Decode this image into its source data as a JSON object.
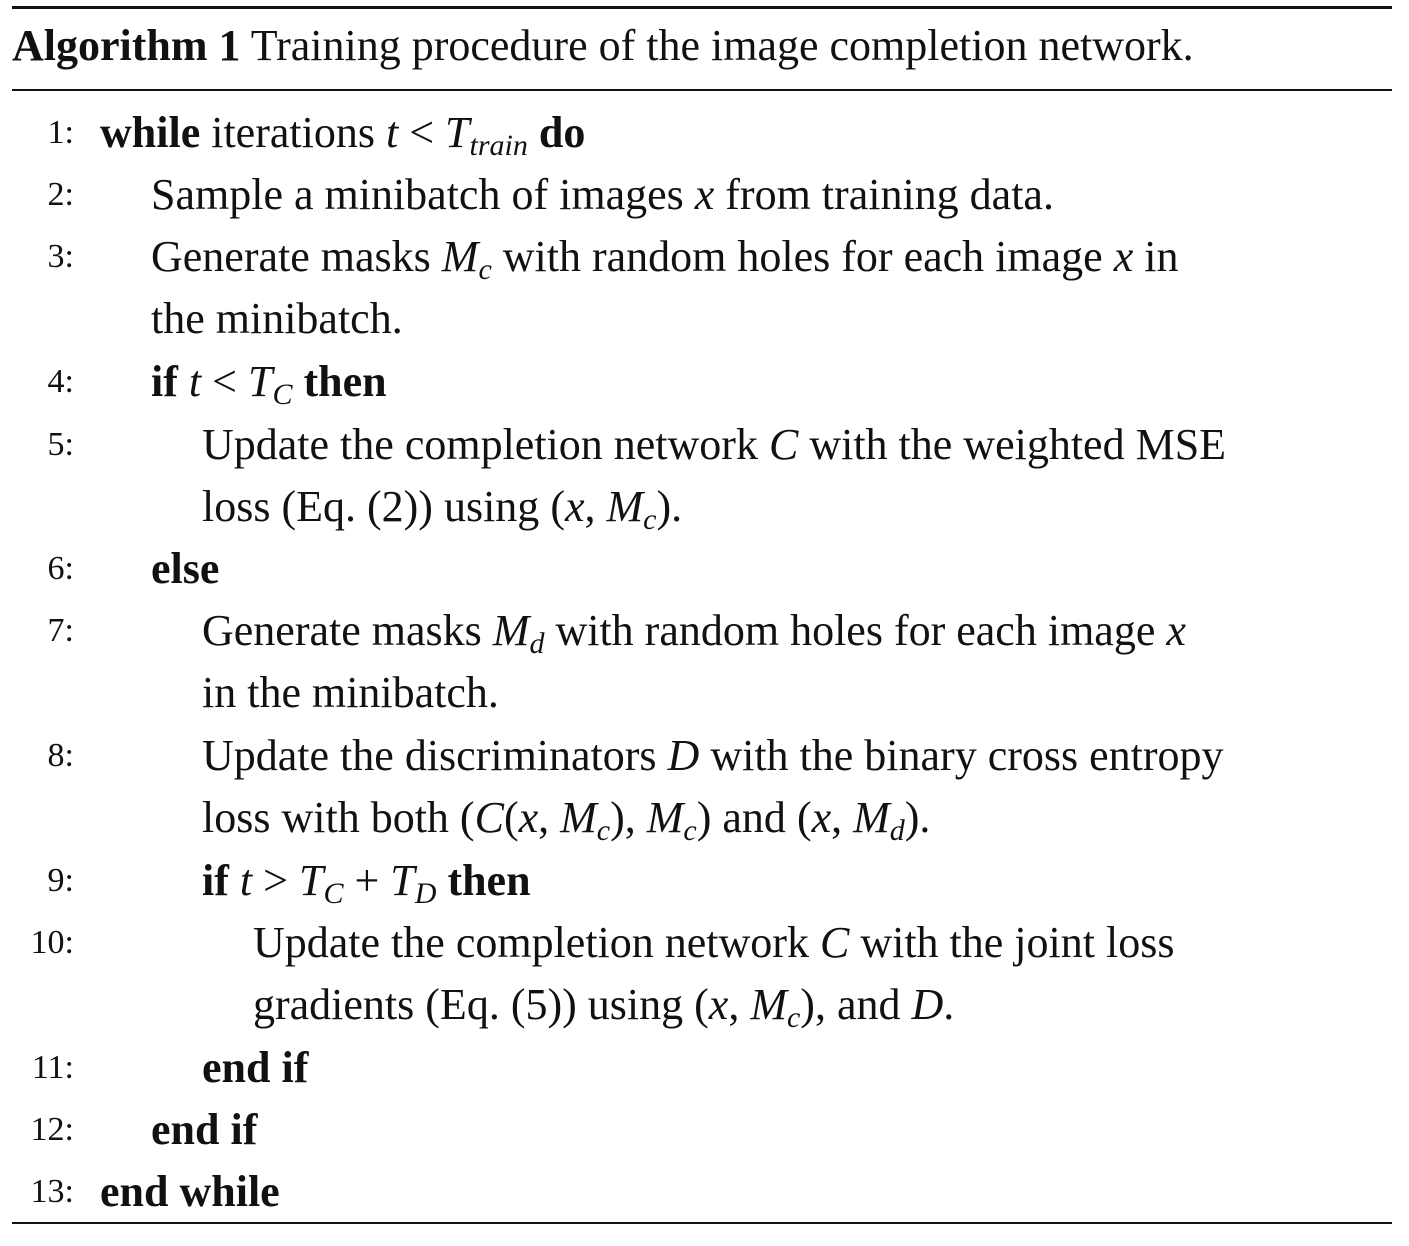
{
  "algorithm": {
    "label": "Algorithm 1",
    "title": "Training procedure of the image completion network."
  },
  "lines": [
    {
      "n": "1:",
      "kw1": "while",
      "t1": "iterations",
      "kw2": "do"
    },
    {
      "n": "2:",
      "text": "Sample a minibatch of images",
      "v": "x",
      "text2": "from training data."
    },
    {
      "n": "3:",
      "text": "Generate masks",
      "text2": "with random holes for each image",
      "text3": "in",
      "cont": "the minibatch."
    },
    {
      "n": "4:",
      "kw1": "if",
      "kw2": "then"
    },
    {
      "n": "5:",
      "text": "Update the completion network",
      "text2": "with the weighted MSE",
      "cont": "loss (Eq. (2)) using"
    },
    {
      "n": "6:",
      "kw1": "else"
    },
    {
      "n": "7:",
      "text": "Generate masks",
      "text2": "with random holes for each image",
      "cont": "in the minibatch."
    },
    {
      "n": "8:",
      "text": "Update the discriminators",
      "text2": "with the binary cross entropy",
      "cont": "loss with both",
      "cont2": "and"
    },
    {
      "n": "9:",
      "kw1": "if",
      "kw2": "then"
    },
    {
      "n": "10:",
      "text": "Update the completion network",
      "text2": "with the joint loss",
      "cont": "gradients (Eq. (5)) using",
      "cont2": ", and"
    },
    {
      "n": "11:",
      "kw1": "end if"
    },
    {
      "n": "12:",
      "kw1": "end if"
    },
    {
      "n": "13:",
      "kw1": "end while"
    }
  ]
}
